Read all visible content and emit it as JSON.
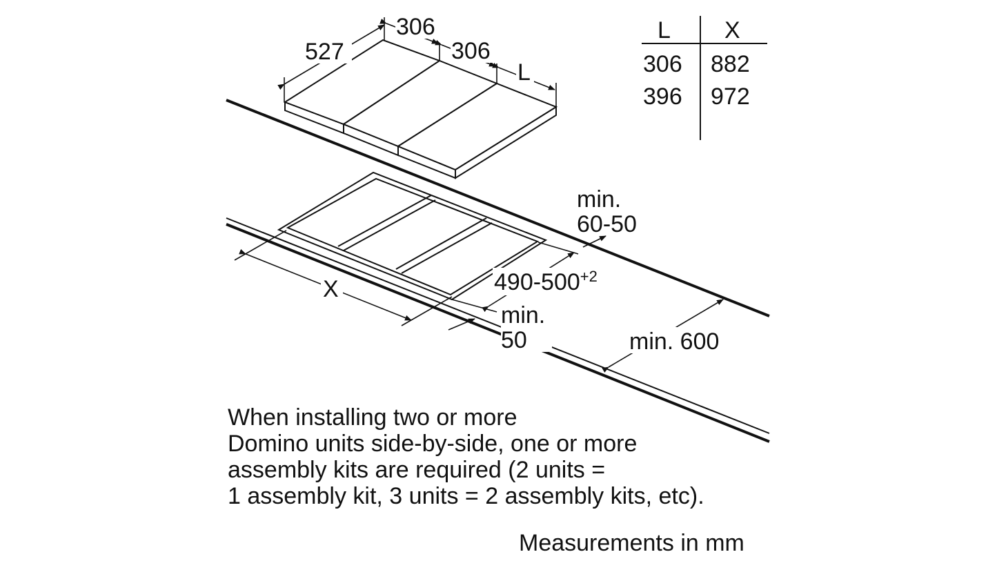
{
  "dimensions": {
    "depth": "527",
    "width_1": "306",
    "width_2": "306",
    "width_L": "L",
    "cutout_x": "X",
    "cutout_depth": "490-500",
    "cutout_depth_tolerance": "+2",
    "front_min_label": "min.",
    "front_min_value": "50",
    "back_min_label": "min.",
    "back_min_value": "60-50",
    "cabinet_min": "min. 600"
  },
  "table": {
    "headers": [
      "L",
      "X"
    ],
    "rows": [
      [
        "306",
        "882"
      ],
      [
        "396",
        "972"
      ]
    ]
  },
  "note": {
    "lines": [
      "When installing two or more",
      "Domino units side-by-side, one or more",
      "assembly kits are required (2 units =",
      "1 assembly kit, 3 units = 2 assembly kits, etc)."
    ]
  },
  "units_text": "Measurements in mm"
}
